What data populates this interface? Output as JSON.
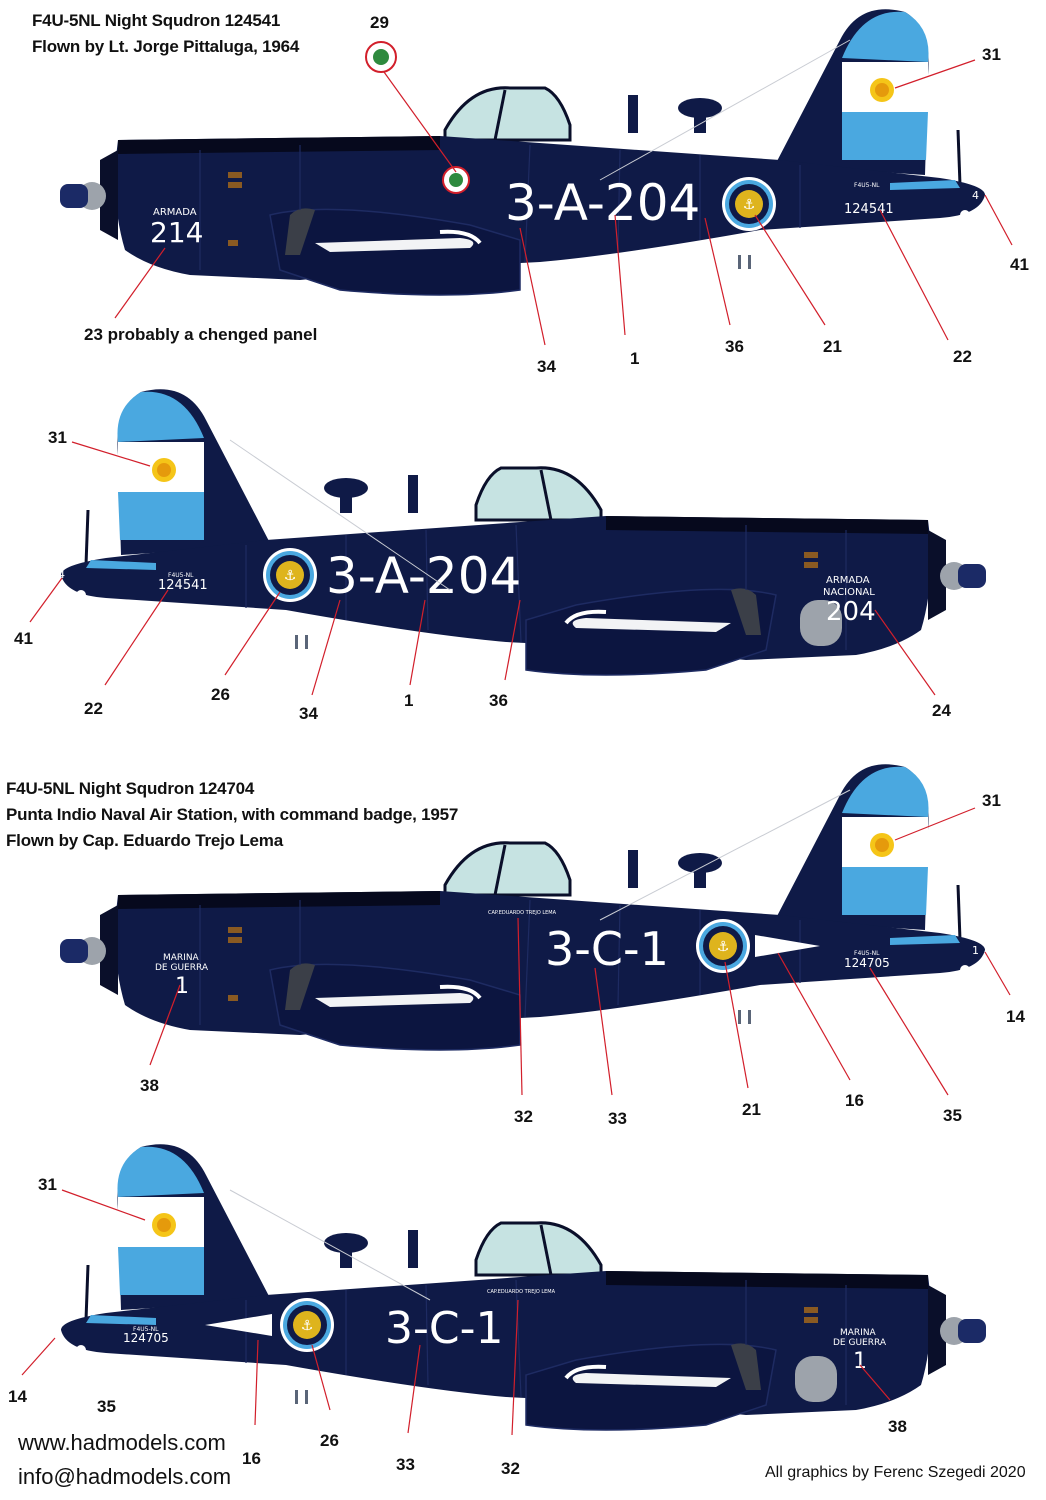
{
  "colors": {
    "fuselage": "#0f1a47",
    "fuselage_dark": "#0a0f2a",
    "panel_lines": "#1e2b62",
    "canopy": "#c6e3e2",
    "flag_blue": "#4aa8e0",
    "sun": "#f5c518",
    "leader_line": "#d21f2b",
    "spinner_grey": "#9da3ab"
  },
  "profiles": [
    {
      "caption_lines": [
        "F4U-5NL Night Squdron 124541",
        "Flown by Lt. Jorge Pittaluga, 1964"
      ],
      "code": "3-A-204",
      "serial_top": "F4U5-NL",
      "serial": "124541",
      "cowl_lines": [
        "ARMADA"
      ],
      "cowl_number": "214",
      "tail_number": "4",
      "note": "23 probably a chenged panel",
      "callouts": [
        "29",
        "31",
        "41",
        "1",
        "34",
        "36",
        "21",
        "22"
      ]
    },
    {
      "code": "3-A-204",
      "serial_top": "F4U5-NL",
      "serial": "124541",
      "cowl_lines": [
        "ARMADA",
        "NACIONAL"
      ],
      "cowl_number": "204",
      "tail_number": "4",
      "callouts": [
        "31",
        "41",
        "22",
        "26",
        "34",
        "1",
        "36",
        "24"
      ]
    },
    {
      "caption_lines": [
        "F4U-5NL Night Squdron 124704",
        "Punta Indio Naval Air Station, with command badge, 1957",
        "Flown by Cap. Eduardo Trejo Lema"
      ],
      "code": "3-C-1",
      "serial_top": "F4U5-NL",
      "serial": "124705",
      "cowl_lines": [
        "MARINA",
        "DE GUERRA"
      ],
      "cowl_number": "1",
      "tail_number": "1",
      "pilot_name": "CAP.EDUARDO TREJO LEMA",
      "callouts": [
        "31",
        "14",
        "38",
        "32",
        "33",
        "21",
        "16",
        "35"
      ]
    },
    {
      "code": "3-C-1",
      "serial_top": "F4U5-NL",
      "serial": "124705",
      "cowl_lines": [
        "MARINA",
        "DE GUERRA"
      ],
      "cowl_number": "1",
      "tail_number": "1",
      "pilot_name": "CAP.EDUARDO TREJO LEMA",
      "callouts": [
        "31",
        "14",
        "35",
        "16",
        "26",
        "33",
        "32",
        "38"
      ]
    }
  ],
  "footer": {
    "website": "www.hadmodels.com",
    "email": "info@hadmodels.com",
    "credit": "All graphics by Ferenc Szegedi 2020"
  }
}
